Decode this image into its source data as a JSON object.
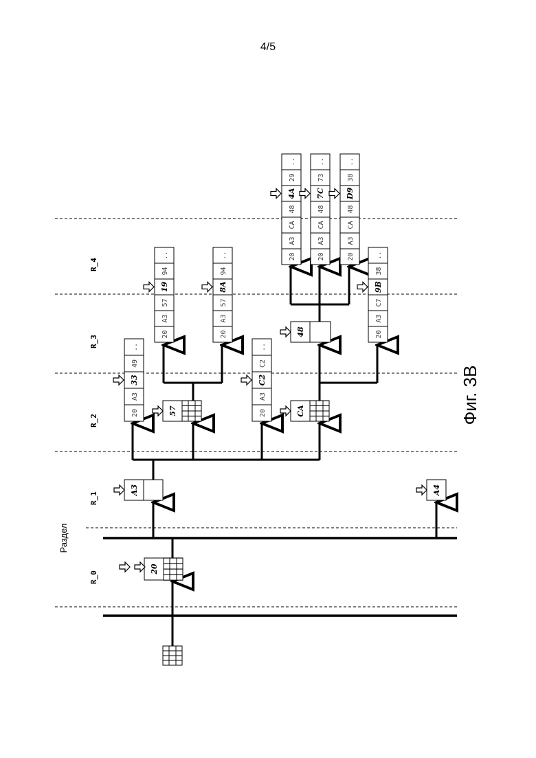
{
  "page_number": "4/5",
  "figure_caption": "Фиг. 3B",
  "partition_label": "Раздел",
  "levels": [
    "R_0",
    "R_1",
    "R_2",
    "R_3",
    "R_4"
  ],
  "nodes": {
    "r0": {
      "cells": [
        "20"
      ]
    },
    "r1_main": {
      "cells": [
        "A3"
      ]
    },
    "r1_side": {
      "cells": [
        "A4"
      ]
    },
    "r2_a": {
      "cells": [
        "20",
        "A3",
        "33",
        "49",
        ".."
      ]
    },
    "r2_b": {
      "cells": [
        "57"
      ]
    },
    "r2_c": {
      "cells": [
        "20",
        "A3",
        "C2",
        "C2",
        ".."
      ]
    },
    "r2_d": {
      "cells": [
        "CA"
      ]
    },
    "r3_a": {
      "cells": [
        "20",
        "A3",
        "57",
        "19",
        "94",
        ".."
      ]
    },
    "r3_b": {
      "cells": [
        "20",
        "A3",
        "57",
        "8A",
        "94",
        ".."
      ]
    },
    "r3_c": {
      "cells": [
        "48"
      ]
    },
    "r3_d": {
      "cells": [
        "20",
        "A3",
        "C7",
        "9B",
        "38",
        ".."
      ]
    },
    "r4_a": {
      "cells": [
        "20",
        "A3",
        "CA",
        "48",
        "4A",
        "29",
        ".."
      ]
    },
    "r4_b": {
      "cells": [
        "20",
        "A3",
        "CA",
        "48",
        "7C",
        "73",
        ".."
      ]
    },
    "r4_c": {
      "cells": [
        "20",
        "A3",
        "CA",
        "48",
        "D9",
        "38",
        ".."
      ]
    }
  }
}
